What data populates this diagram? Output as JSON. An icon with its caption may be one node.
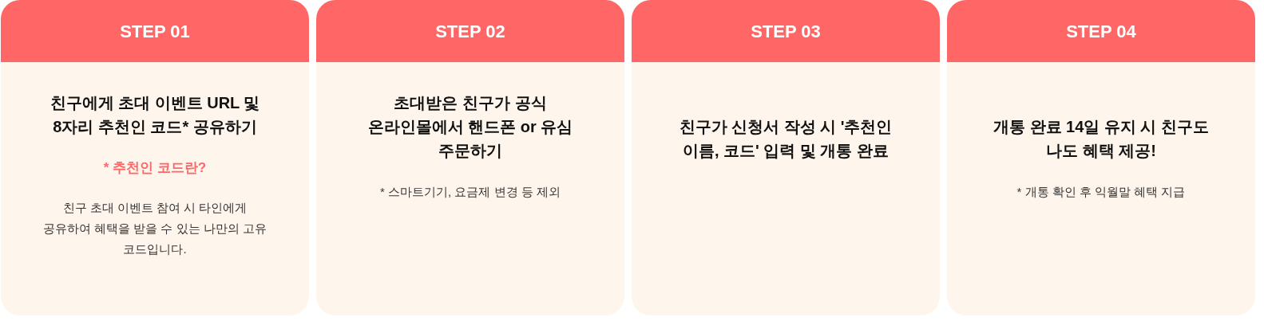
{
  "diagram": {
    "nodes": [
      {
        "text": [
          "STEP 01",
          "친구에게 초대 이벤트 URL 및 8자리 추천인 코드* 공유하기",
          "* 추천인 코드란?",
          "친구 초대 이벤트 참여 시 타인에게 공유하여 혜택을 받을 수 있는 나만의 고유 코드입니다."
        ]
      },
      {
        "text": [
          "STEP 02",
          "초대받은 친구가 공식 온라인몰에서 핸드폰 or 유심 주문하기",
          "* 스마트기기, 요금제 변경 등 제외"
        ]
      },
      {
        "text": [
          "STEP 03",
          "친구가 신청서 작성 시 '추천인 이름, 코드' 입력 및 개통 완료"
        ]
      },
      {
        "text": [
          "STEP 04",
          "개통 완료 14일 유지 시 친구도 나도 혜택 제공!",
          "* 개통 확인 후 익월말 혜택 지급"
        ]
      }
    ]
  }
}
